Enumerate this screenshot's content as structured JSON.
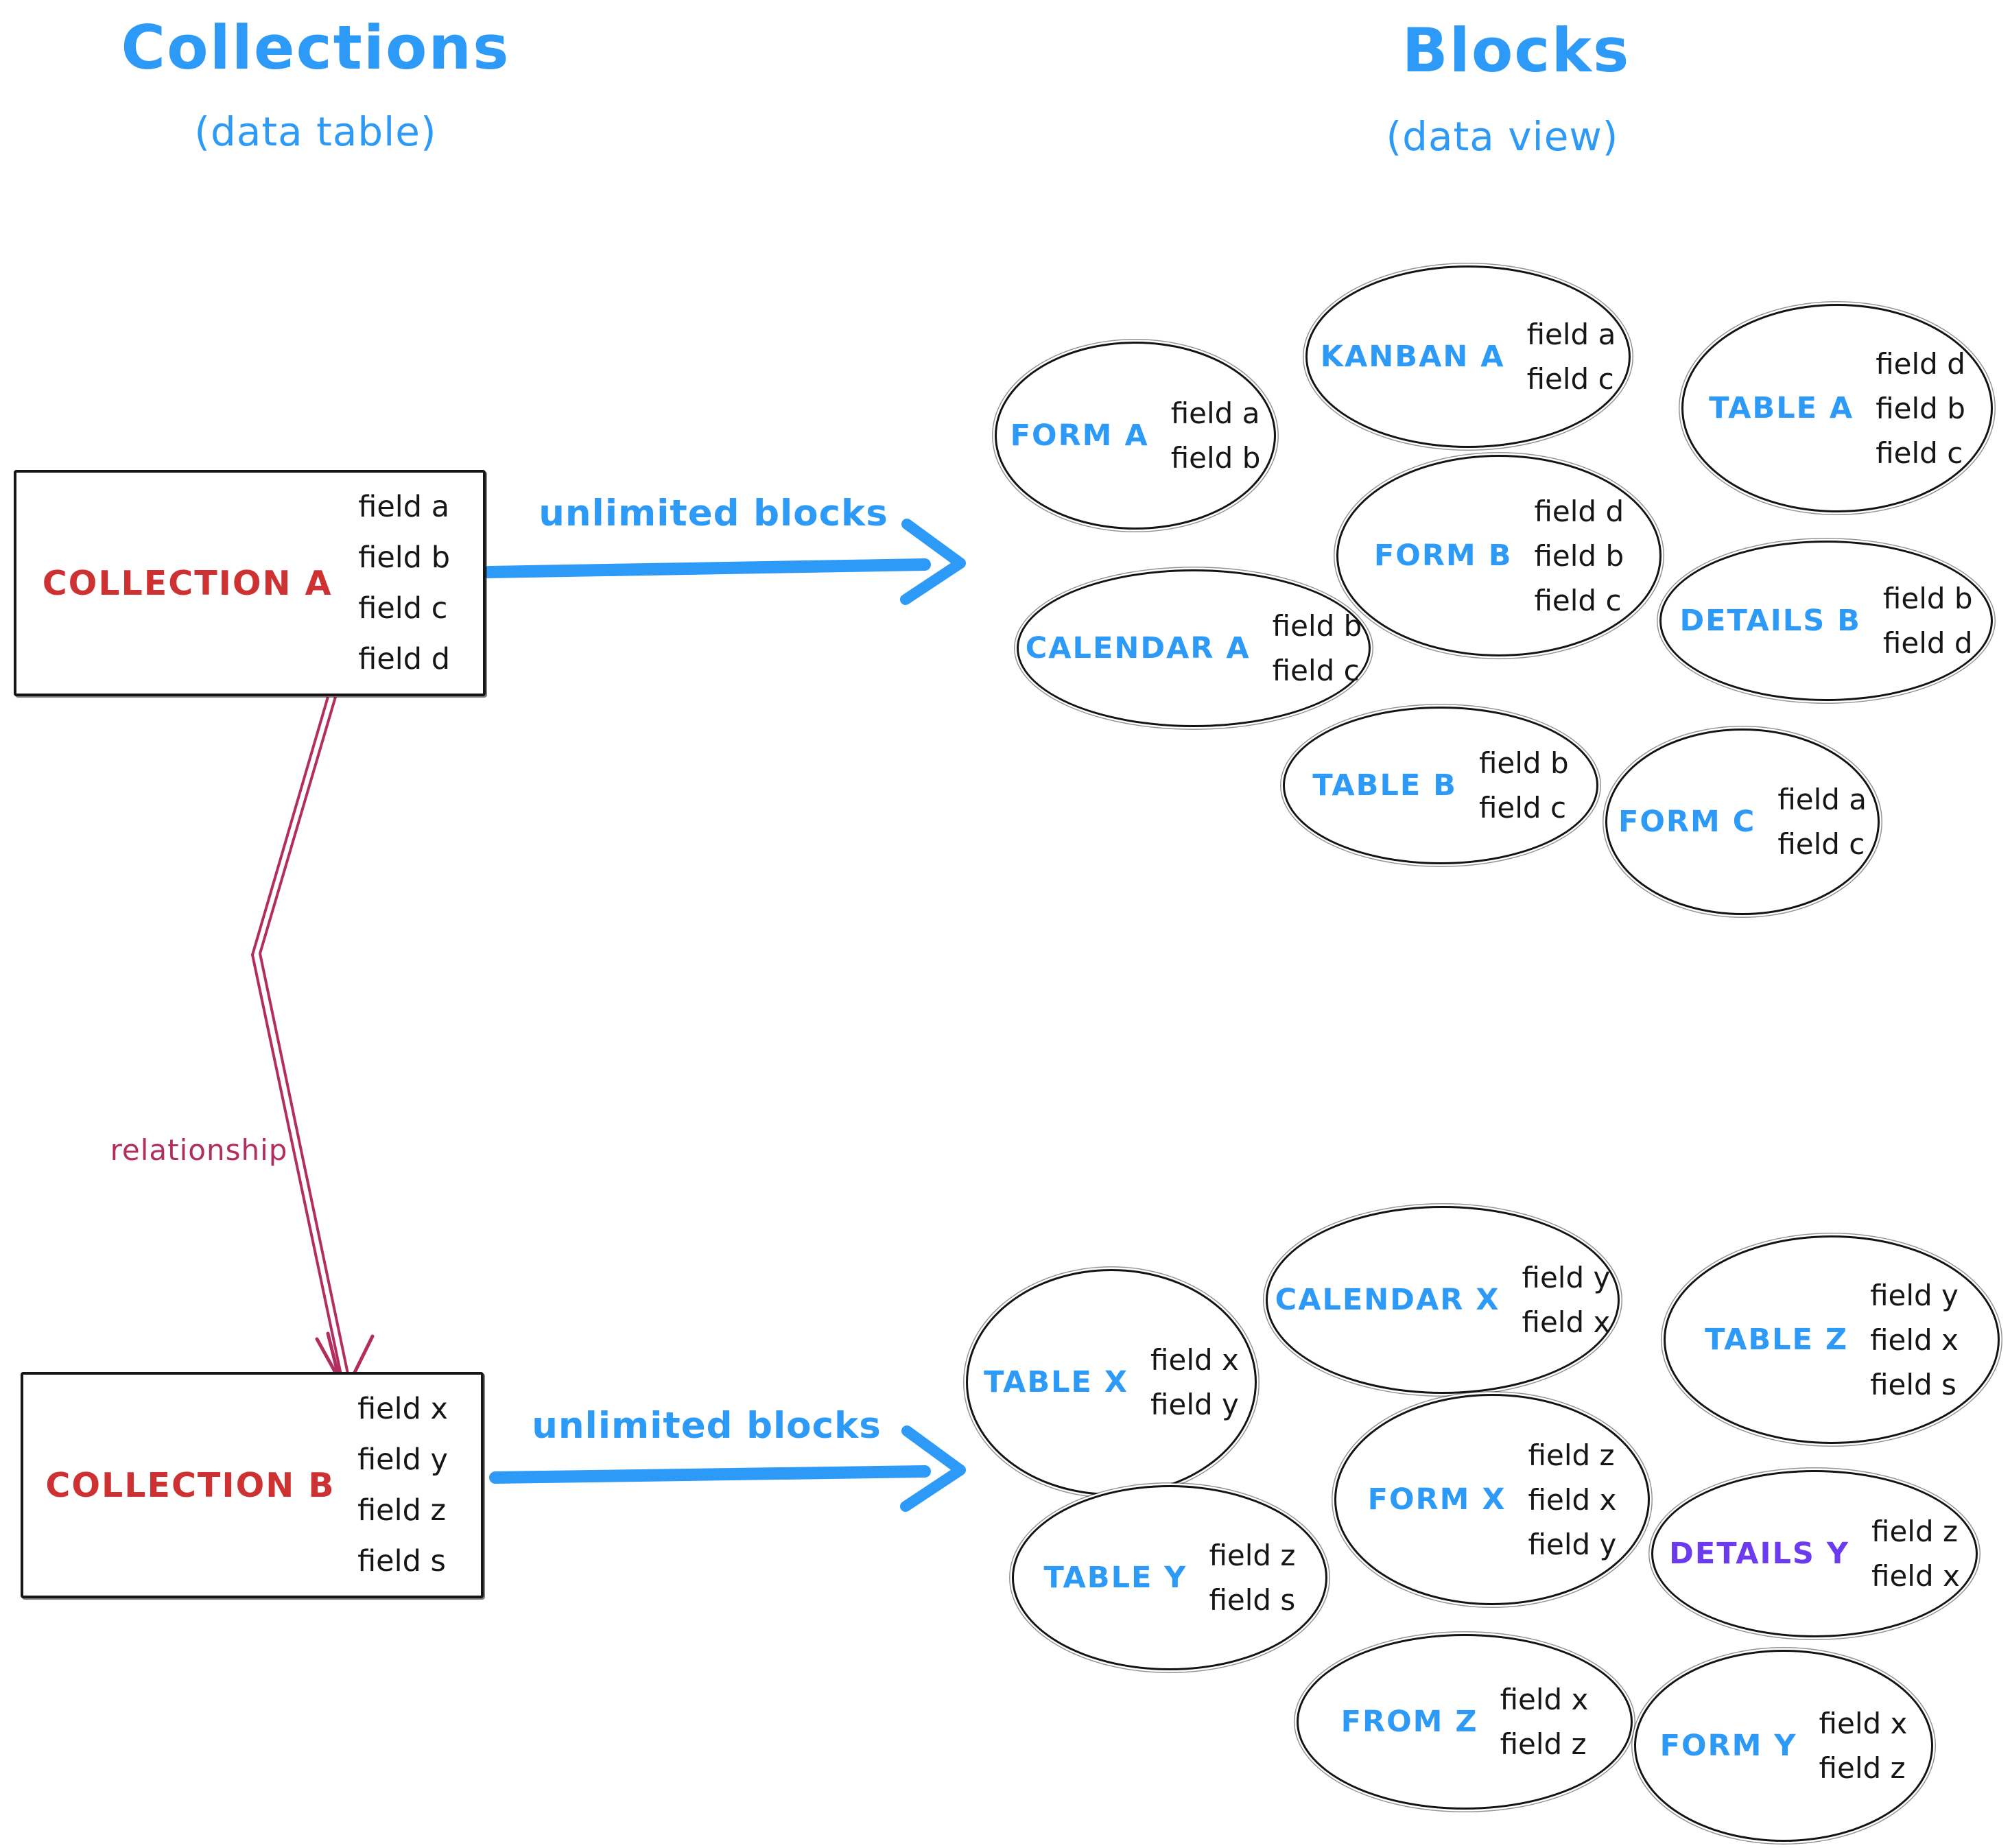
{
  "palette": {
    "blue": "#2e9af7",
    "red": "#cd3131",
    "crimson": "#b12e5e",
    "purple": "#6c3bf0",
    "ink": "#1a1a1a"
  },
  "columns": {
    "left": {
      "title": "Collections",
      "subtitle": "(data table)"
    },
    "right": {
      "title": "Blocks",
      "subtitle": "(data view)"
    }
  },
  "collections": [
    {
      "name": "COLLECTION A",
      "fields": [
        "field a",
        "field b",
        "field c",
        "field d"
      ]
    },
    {
      "name": "COLLECTION B",
      "fields": [
        "field x",
        "field y",
        "field z",
        "field s"
      ]
    }
  ],
  "arrows": {
    "top_label": "unlimited blocks",
    "bottom_label": "unlimited blocks",
    "relationship_label": "relationship"
  },
  "blocks_a": [
    {
      "name": "FORM A",
      "fields": [
        "field a",
        "field b"
      ]
    },
    {
      "name": "KANBAN A",
      "fields": [
        "field a",
        "field c"
      ]
    },
    {
      "name": "TABLE A",
      "fields": [
        "field d",
        "field b",
        "field c"
      ]
    },
    {
      "name": "CALENDAR A",
      "fields": [
        "field b",
        "field c"
      ]
    },
    {
      "name": "FORM B",
      "fields": [
        "field d",
        "field b",
        "field c"
      ]
    },
    {
      "name": "DETAILS B",
      "fields": [
        "field b",
        "field d"
      ]
    },
    {
      "name": "TABLE B",
      "fields": [
        "field b",
        "field c"
      ]
    },
    {
      "name": "FORM C",
      "fields": [
        "field a",
        "field c"
      ]
    }
  ],
  "blocks_b": [
    {
      "name": "TABLE X",
      "fields": [
        "field x",
        "field y"
      ]
    },
    {
      "name": "CALENDAR X",
      "fields": [
        "field y",
        "field x"
      ]
    },
    {
      "name": "TABLE Z",
      "fields": [
        "field y",
        "field x",
        "field s"
      ]
    },
    {
      "name": "TABLE Y",
      "fields": [
        "field z",
        "field s"
      ]
    },
    {
      "name": "FORM X",
      "fields": [
        "field z",
        "field x",
        "field y"
      ]
    },
    {
      "name": "DETAILS Y",
      "fields": [
        "field z",
        "field x"
      ]
    },
    {
      "name": "FROM Z",
      "fields": [
        "field x",
        "field z"
      ]
    },
    {
      "name": "FORM Y",
      "fields": [
        "field x",
        "field z"
      ]
    }
  ]
}
